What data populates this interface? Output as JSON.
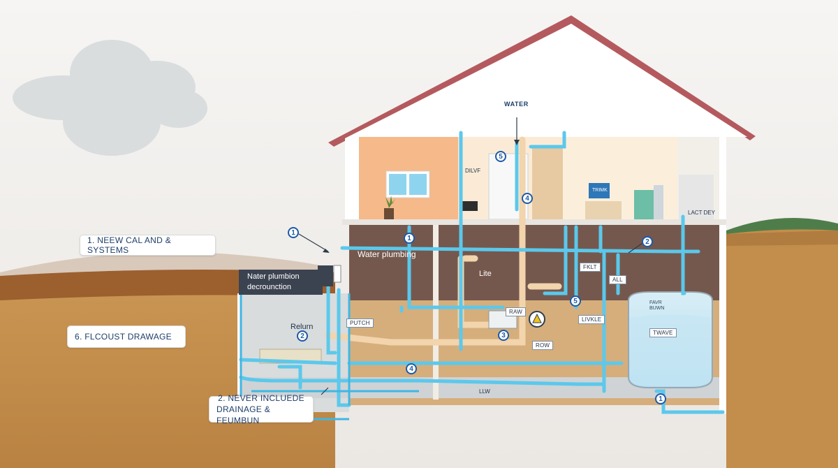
{
  "labels": {
    "water_top": "WATER",
    "dilvf": "DILVF",
    "trimk": "TRIMK",
    "lact_dey": "LACT DEY",
    "water_plumbing": "Water plumbing",
    "lite": "Lite",
    "fklt": "FKLT",
    "all": "ALL",
    "favr": "FAVR",
    "buwn": "BUWN",
    "twave": "TWAVE",
    "raw": "RAW",
    "livkle": "LIVKLE",
    "row": "ROW",
    "putch": "PUTCH",
    "relurn": "Relurn",
    "llw": "LLW",
    "nater_line1": "Nater plumbion",
    "nater_line2": "decrounction"
  },
  "callouts": {
    "c1": "1. NEEW CAL AND & SYSTEMS",
    "c6": "6. FLCOUST DRAWAGE",
    "c2_line1": "2. NEVER INCLUEDE",
    "c2_line2": "DRAINAGE & FEUMBUN"
  },
  "badges": {
    "b_outside_1": "1",
    "b_top_5": "5",
    "b_kitchen_4": "4",
    "b_base_1": "1",
    "b_right_2": "2",
    "b_base_5": "5",
    "b_base_3": "3",
    "b_return_2": "2",
    "b_floor_4": "4",
    "b_tank_1": "1"
  },
  "colors": {
    "sky": "#efedeb",
    "ground": "#c48d4a",
    "roof": "#b45a5e",
    "pipe_blue": "#5bc8ec",
    "pipe_beige": "#f2d4ad",
    "basement_wall": "#75584d",
    "badge_blue": "#1e5aa6"
  }
}
